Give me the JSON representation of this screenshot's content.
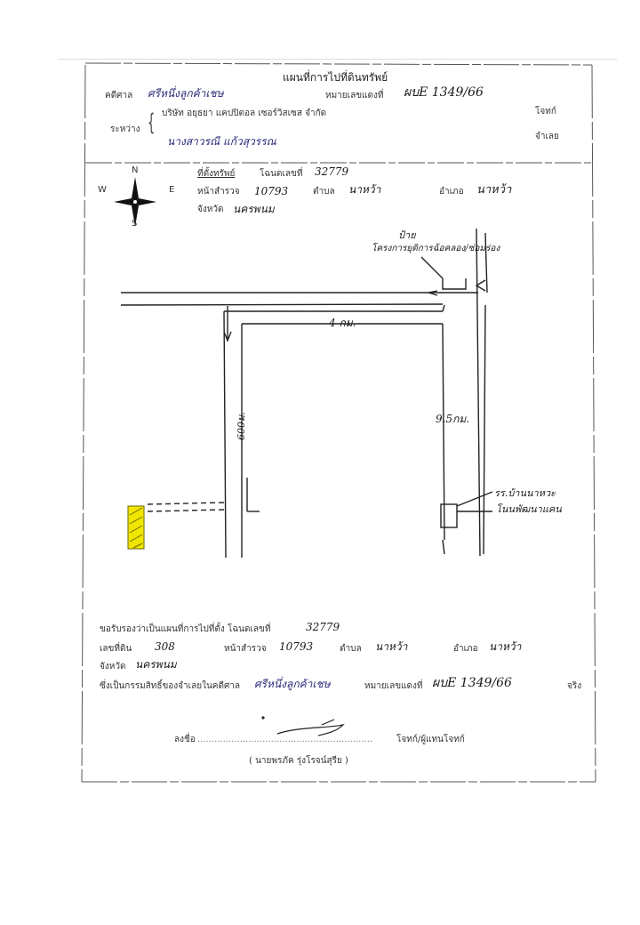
{
  "header": {
    "title": "แผนที่การไปที่ดินทรัพย์",
    "court_label": "คดีศาล",
    "court_name": "ศรีหนึ่งลูกค้าเชษ",
    "case_label": "หมายเลขแดงที่",
    "case_number": "ผบE 1349/66",
    "between_label": "ระหว่าง",
    "plaintiff": "บริษัท อยุธยา แคปปิตอล เซอร์วิสเซส จำกัด",
    "plaintiff_role": "โจทก์",
    "defendant": "นางสาวรณี แก้วสุวรรณ",
    "defendant_role": "จำเลย"
  },
  "location": {
    "label": "ที่ตั้งทรัพย์",
    "deed_label": "โฉนดเลขที่",
    "deed_no": "32779",
    "page_label": "หน้าสำรวจ",
    "page_no": "10793",
    "subdistrict_label": "ตำบล",
    "subdistrict": "นาหว้า",
    "district_label": "อำเภอ",
    "district": "นาหว้า",
    "province_label": "จังหวัด",
    "province": "นครพนม"
  },
  "compass": {
    "n": "N",
    "s": "S",
    "e": "E",
    "w": "W"
  },
  "map": {
    "sign_line1": "ป้าย",
    "sign_line2": "โครงการยุติการฉ้อคลอง/ซ่อมร่อง",
    "dist_top": "4 กม.",
    "dist_right": "9.5กม.",
    "dist_left": "600ม.",
    "school_line1": "รร.บ้านนาหวะ",
    "school_line2": "โนนพัฒนาแคน",
    "colors": {
      "plot": "#f2e600",
      "plot_stroke": "#6a6a00"
    }
  },
  "certify": {
    "line1": "ขอรับรองว่าเป็นแผนที่การไปที่ตั้ง โฉนดเลขที่",
    "deed_no": "32779",
    "land_label": "เลขที่ดิน",
    "land_no": "308",
    "page_label": "หน้าสำรวจ",
    "page_no": "10793",
    "subdistrict_label": "ตำบล",
    "subdistrict": "นาหว้า",
    "district_label": "อำเภอ",
    "district": "นาหว้า",
    "province_label": "จังหวัด",
    "province": "นครพนม",
    "ownership": "ซึ่งเป็นกรรมสิทธิ์ของจำเลยในคดีศาล",
    "court_name": "ศรีหนึ่งลูกค้าเชษ",
    "case_label": "หมายเลขแดงที่",
    "case_number": "ผบE 1349/66",
    "suffix": "จริง"
  },
  "signature": {
    "sign_label": "ลงชื่อ",
    "dots": "..............................................................",
    "role": "โจทก์/ผู้แทนโจทก์",
    "name": "( นายพรภัค รุ่งโรจน์สุรีย )"
  }
}
